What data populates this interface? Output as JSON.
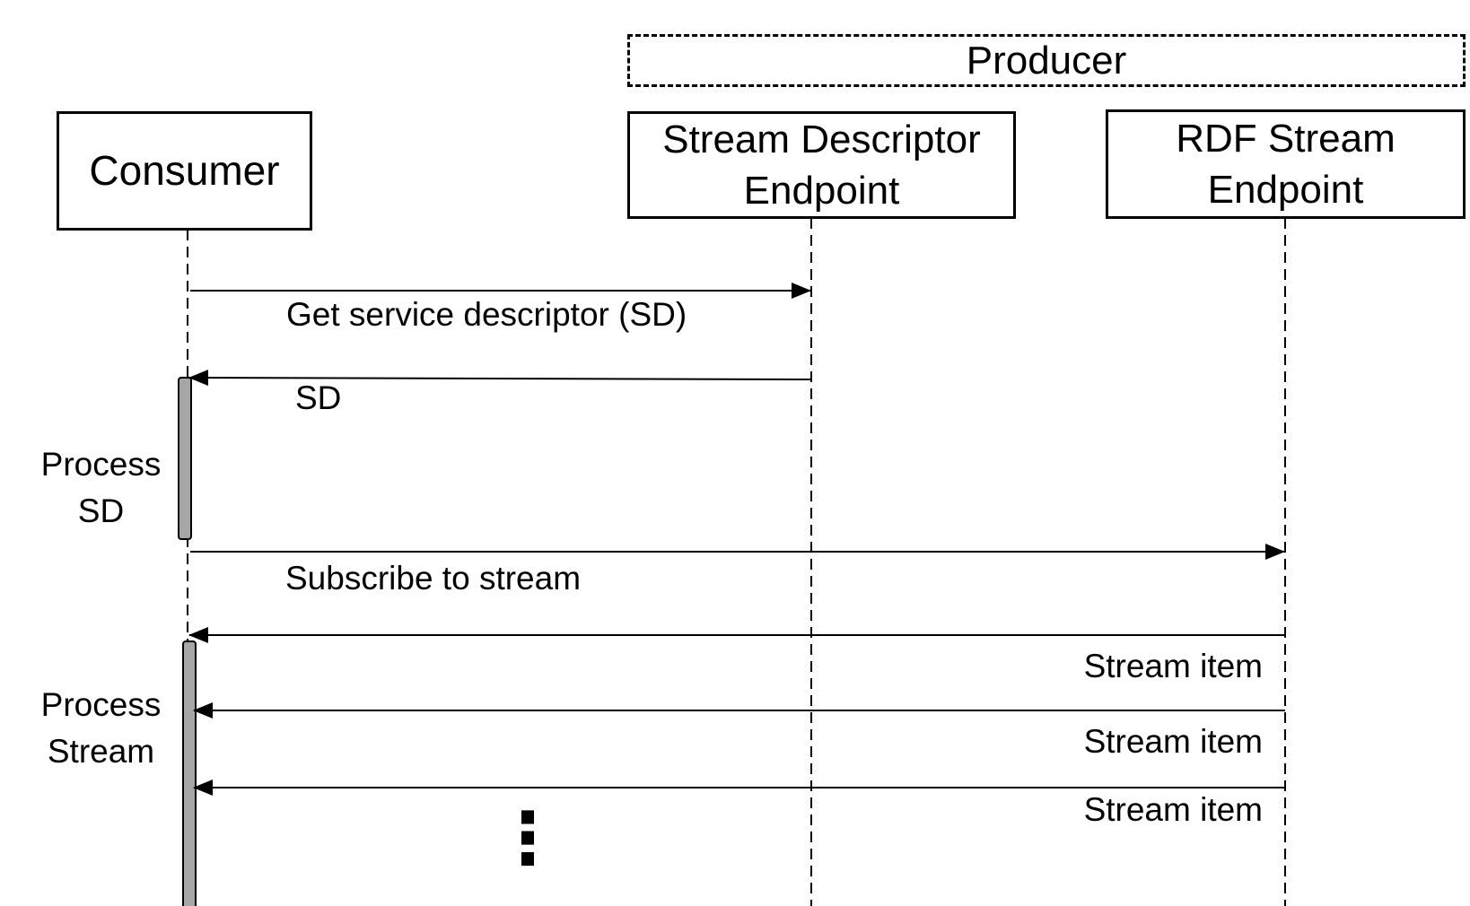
{
  "producer_group": {
    "label": "Producer"
  },
  "participants": [
    {
      "id": "consumer",
      "label": "Consumer"
    },
    {
      "id": "sd_endpoint",
      "label": "Stream Descriptor Endpoint"
    },
    {
      "id": "rdf_endpoint",
      "label": "RDF Stream Endpoint"
    }
  ],
  "messages": [
    {
      "from": "consumer",
      "to": "sd_endpoint",
      "label": "Get service descriptor (SD)"
    },
    {
      "from": "sd_endpoint",
      "to": "consumer",
      "label": "SD"
    },
    {
      "from": "consumer",
      "to": "rdf_endpoint",
      "label": "Subscribe to stream"
    },
    {
      "from": "rdf_endpoint",
      "to": "consumer",
      "label": "Stream item"
    },
    {
      "from": "rdf_endpoint",
      "to": "consumer",
      "label": "Stream item"
    },
    {
      "from": "rdf_endpoint",
      "to": "consumer",
      "label": "Stream item"
    }
  ],
  "activations": [
    {
      "participant": "consumer",
      "label": "Process SD"
    },
    {
      "participant": "consumer",
      "label": "Process Stream"
    }
  ],
  "continuation": "⋮",
  "colors": {
    "line": "#000000",
    "activation_fill": "#a6a6a6",
    "background": "#ffffff"
  }
}
